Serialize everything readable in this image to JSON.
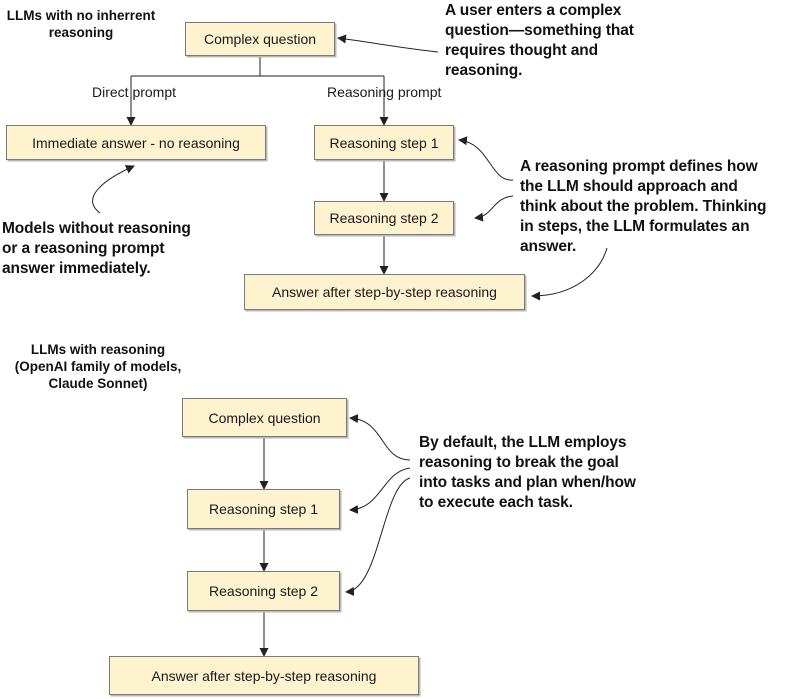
{
  "section1": {
    "heading": "LLMs with no inherrent\nreasoning",
    "question": "Complex question",
    "direct_label": "Direct prompt",
    "reasoning_label": "Reasoning prompt",
    "immediate": "Immediate answer - no reasoning",
    "step1": "Reasoning step 1",
    "step2": "Reasoning step 2",
    "answer": "Answer after step-by-step reasoning",
    "note_user": "A user enters a complex\nquestion—something that\nrequires thought and\nreasoning.",
    "note_models": "Models without reasoning\nor a reasoning prompt\nanswer immediately.",
    "note_prompt": "A reasoning prompt defines how\nthe LLM should approach and\nthink about the problem. Thinking\nin steps, the LLM formulates an\nanswer."
  },
  "section2": {
    "heading": "LLMs with reasoning\n(OpenAI family of models,\nClaude Sonnet)",
    "question": "Complex question",
    "step1": "Reasoning step 1",
    "step2": "Reasoning step 2",
    "answer": "Answer after step-by-step reasoning",
    "note_default": "By default, the LLM employs\nreasoning to break the goal\ninto tasks and plan when/how\nto execute each task."
  },
  "colors": {
    "box_fill": "#fdf3cf",
    "box_border": "#7a7a7a",
    "line": "#222222"
  }
}
